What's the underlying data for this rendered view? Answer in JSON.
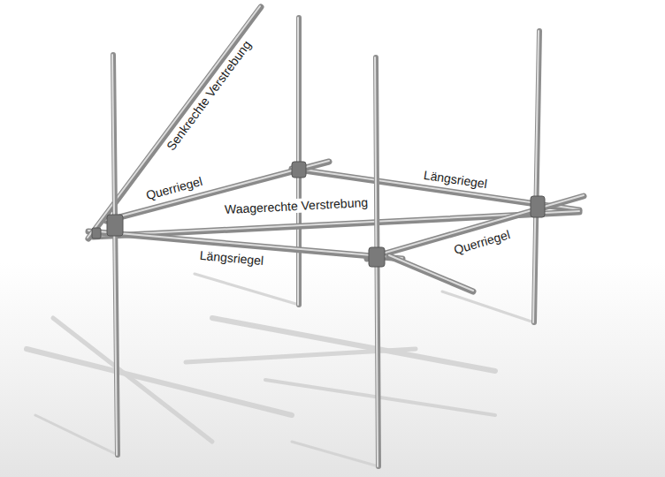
{
  "diagram": {
    "labels": [
      "Senkrechte Verstrebung",
      "Querriegel",
      "Längsriegel",
      "Waagerechte Verstrebung",
      "Querriegel",
      "Längsriegel"
    ]
  }
}
